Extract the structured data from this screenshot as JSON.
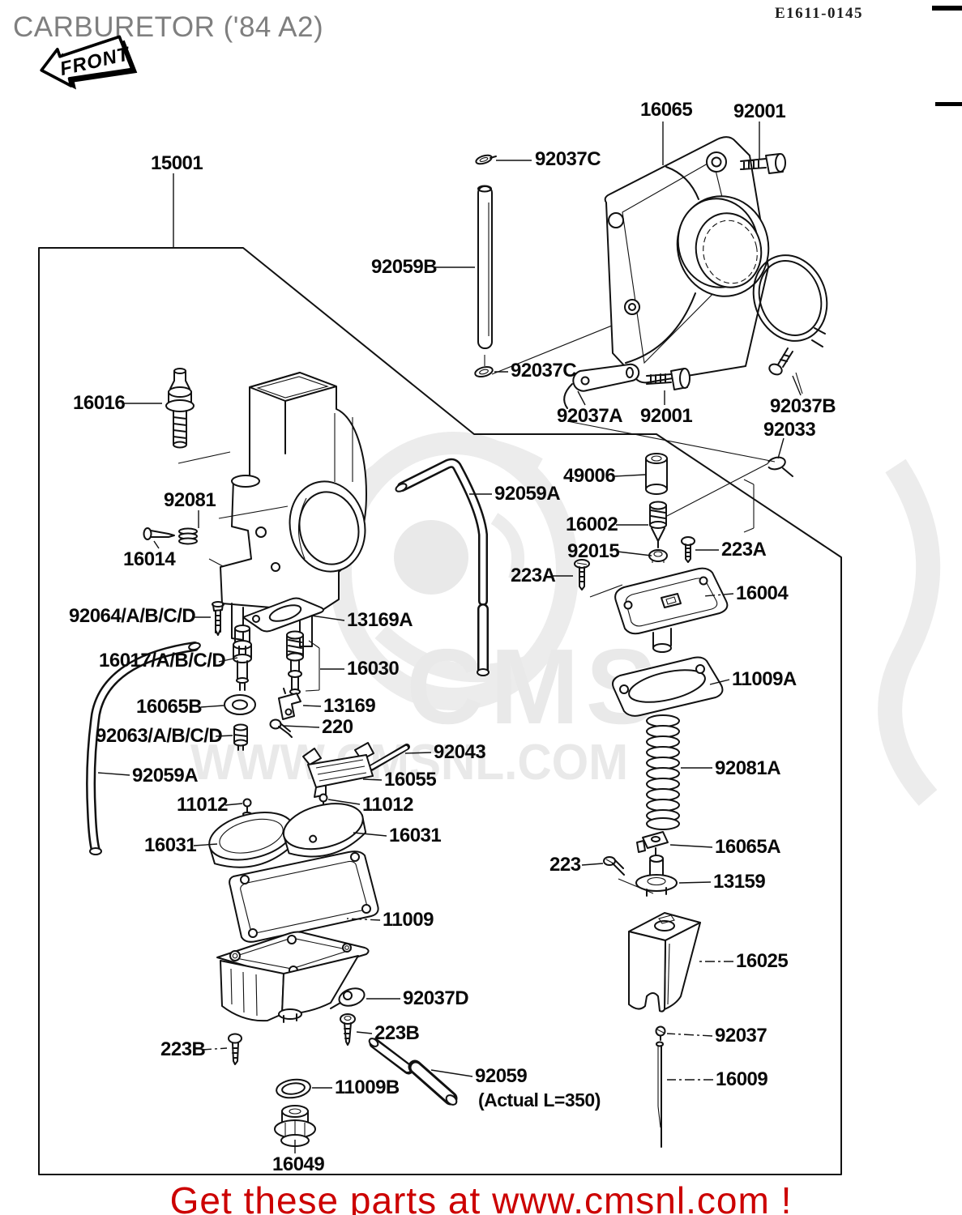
{
  "header": {
    "title": "CARBURETOR ('84 A2)",
    "front_badge": "FRONT",
    "doc_code": "E1611-0145"
  },
  "watermark": {
    "logo_text": "CMS",
    "url_text": "WWW.CMSNL.COM",
    "color": "#e9e9e9"
  },
  "diagram": {
    "parts": [
      {
        "id": "15001",
        "label": "15001"
      },
      {
        "id": "92037C-1",
        "label": "92037C"
      },
      {
        "id": "16065",
        "label": "16065"
      },
      {
        "id": "92001-1",
        "label": "92001"
      },
      {
        "id": "92059B",
        "label": "92059B"
      },
      {
        "id": "92037C-2",
        "label": "92037C"
      },
      {
        "id": "92037A",
        "label": "92037A"
      },
      {
        "id": "92001-2",
        "label": "92001"
      },
      {
        "id": "92037B",
        "label": "92037B"
      },
      {
        "id": "92033",
        "label": "92033"
      },
      {
        "id": "16016",
        "label": "16016"
      },
      {
        "id": "92081",
        "label": "92081"
      },
      {
        "id": "16014",
        "label": "16014"
      },
      {
        "id": "92064",
        "label": "92064/A/B/C/D"
      },
      {
        "id": "13169A",
        "label": "13169A"
      },
      {
        "id": "16017",
        "label": "16017/A/B/C/D"
      },
      {
        "id": "16030",
        "label": "16030"
      },
      {
        "id": "16065B",
        "label": "16065B"
      },
      {
        "id": "13169",
        "label": "13169"
      },
      {
        "id": "220",
        "label": "220"
      },
      {
        "id": "92063",
        "label": "92063/A/B/C/D"
      },
      {
        "id": "92059A-1",
        "label": "92059A"
      },
      {
        "id": "92043",
        "label": "92043"
      },
      {
        "id": "16055",
        "label": "16055"
      },
      {
        "id": "11012-1",
        "label": "11012"
      },
      {
        "id": "11012-2",
        "label": "11012"
      },
      {
        "id": "16031-1",
        "label": "16031"
      },
      {
        "id": "16031-2",
        "label": "16031"
      },
      {
        "id": "92059A-2",
        "label": "92059A"
      },
      {
        "id": "49006",
        "label": "49006"
      },
      {
        "id": "16002",
        "label": "16002"
      },
      {
        "id": "92015",
        "label": "92015"
      },
      {
        "id": "223A-1",
        "label": "223A"
      },
      {
        "id": "223A-2",
        "label": "223A"
      },
      {
        "id": "16004",
        "label": "16004"
      },
      {
        "id": "11009A",
        "label": "11009A"
      },
      {
        "id": "92081A",
        "label": "92081A"
      },
      {
        "id": "16065A",
        "label": "16065A"
      },
      {
        "id": "223",
        "label": "223"
      },
      {
        "id": "13159",
        "label": "13159"
      },
      {
        "id": "11009",
        "label": "11009"
      },
      {
        "id": "16025",
        "label": "16025"
      },
      {
        "id": "92037D",
        "label": "92037D"
      },
      {
        "id": "223B-1",
        "label": "223B"
      },
      {
        "id": "223B-2",
        "label": "223B"
      },
      {
        "id": "92037",
        "label": "92037"
      },
      {
        "id": "11009B",
        "label": "11009B"
      },
      {
        "id": "92059",
        "label": "92059",
        "note": "(Actual L=350)"
      },
      {
        "id": "16009",
        "label": "16009"
      },
      {
        "id": "16049",
        "label": "16049"
      }
    ]
  },
  "footer": {
    "text": "Get these parts at www.cmsnl.com !",
    "color": "#cc0000"
  }
}
